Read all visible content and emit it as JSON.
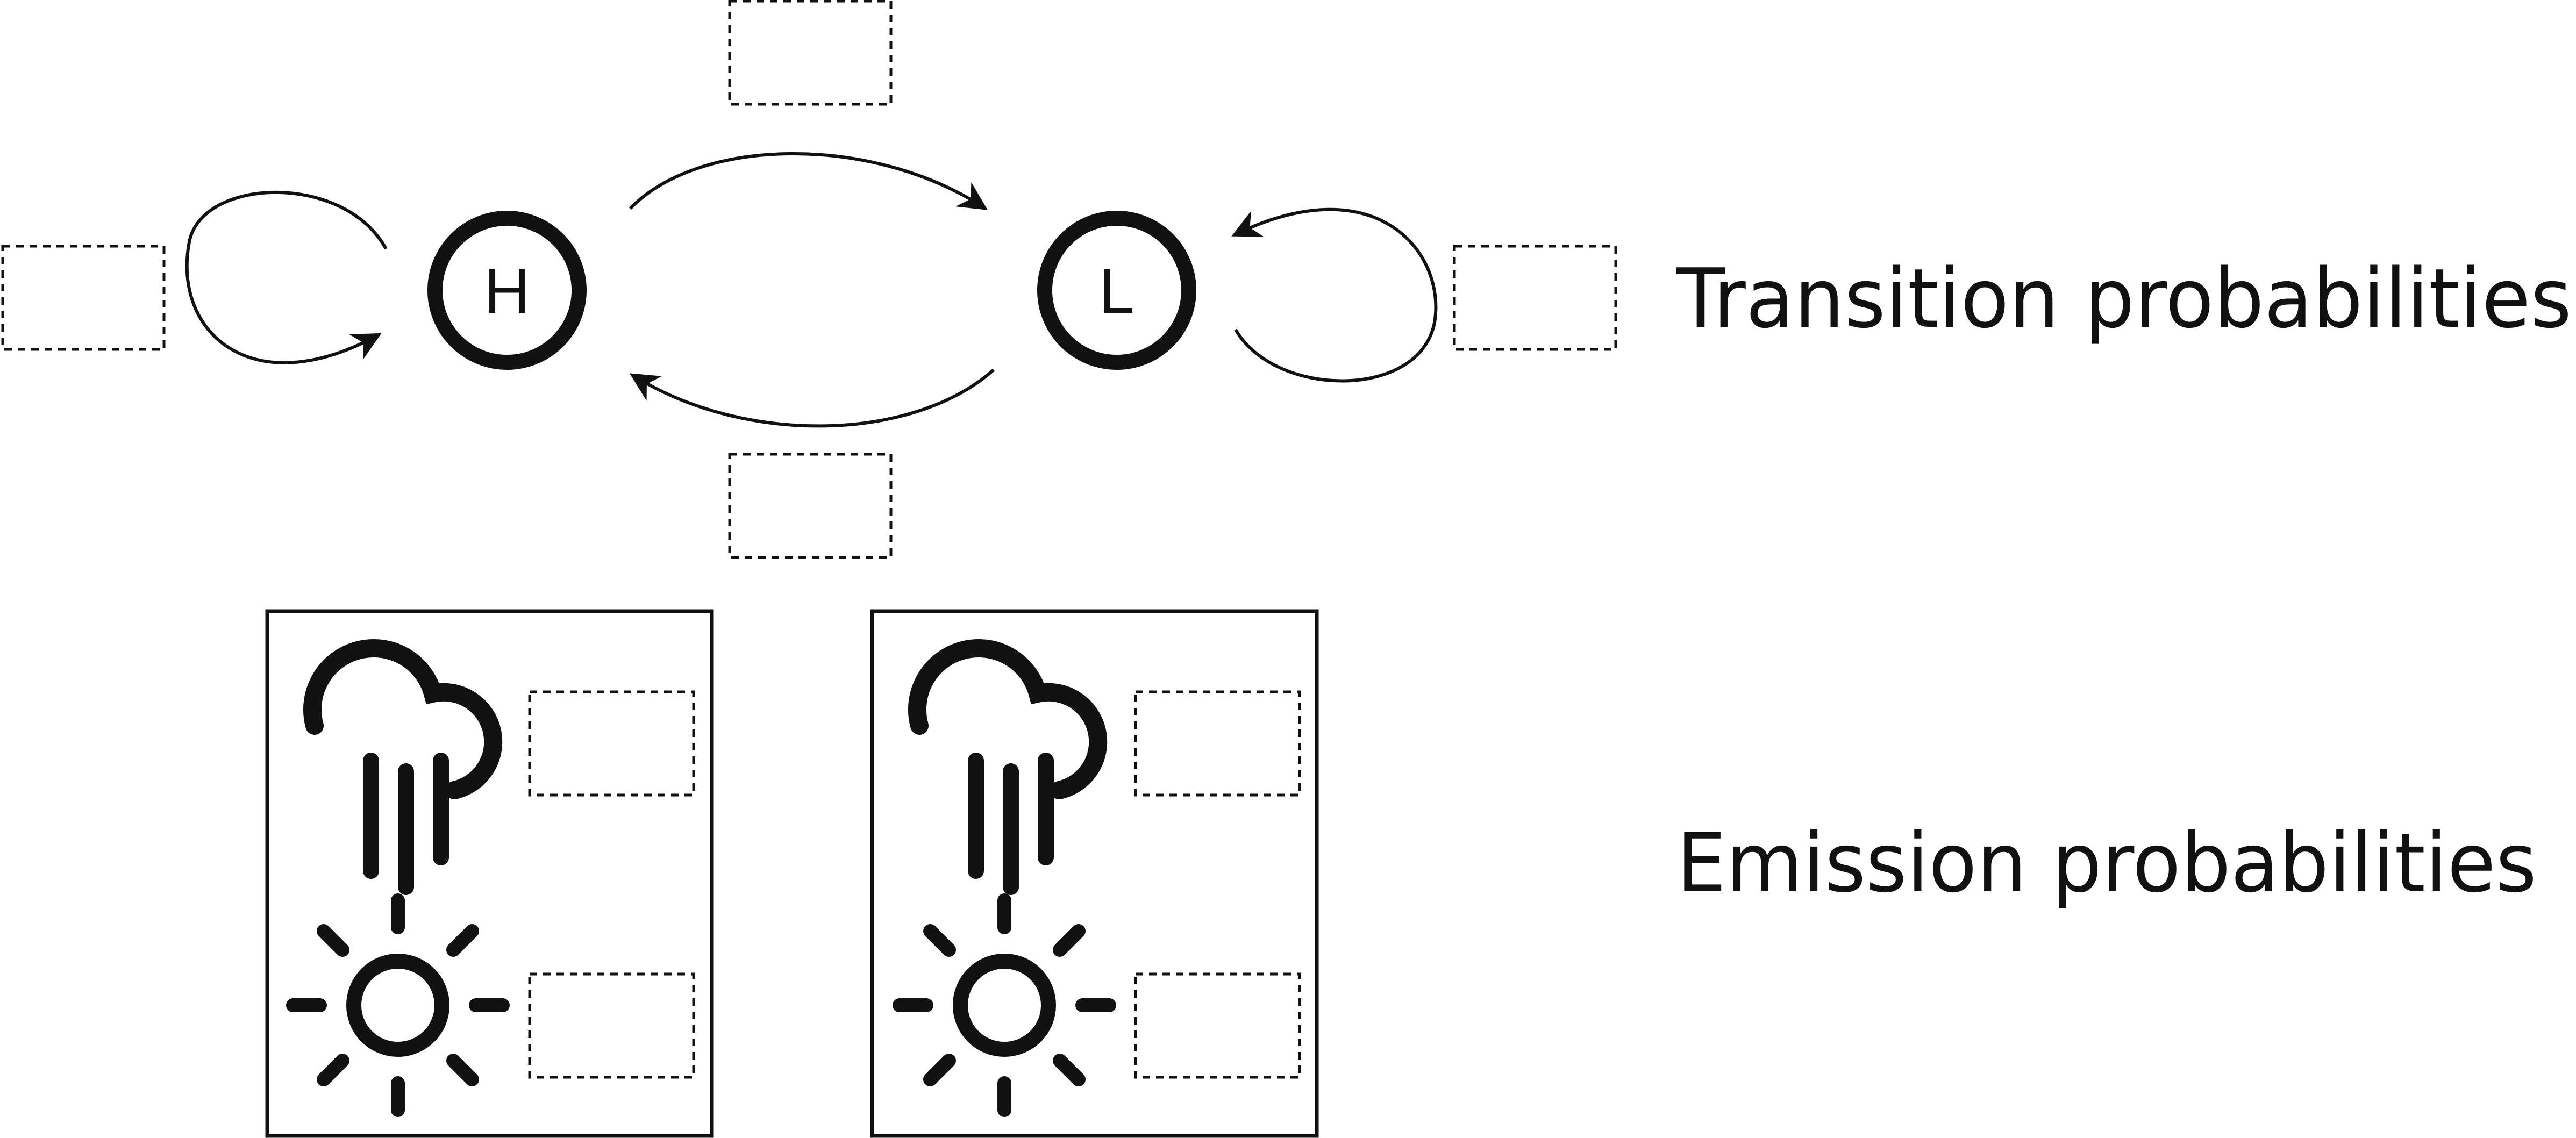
{
  "states": [
    {
      "id": "H",
      "label": "H"
    },
    {
      "id": "L",
      "label": "L"
    }
  ],
  "labels": {
    "transition": "Transition probabilities",
    "emission": "Emission probabilities"
  },
  "icons": {
    "rain": "rain-cloud-icon",
    "sun": "sun-icon"
  },
  "colors": {
    "ink": "#111111",
    "background": "#ffffff"
  }
}
